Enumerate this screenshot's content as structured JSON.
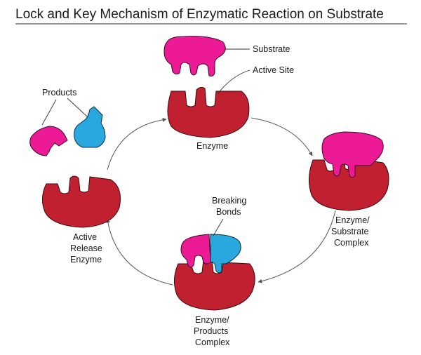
{
  "title": "Lock and Key Mechanism of Enzymatic Reaction on Substrate",
  "labels": {
    "substrate": "Substrate",
    "active_site": "Active Site",
    "enzyme": "Enzyme",
    "products": "Products",
    "es_complex": [
      "Enzyme/",
      "Substrate",
      "Complex"
    ],
    "breaking_bonds": [
      "Breaking",
      "Bonds"
    ],
    "ep_complex": [
      "Enzyme/",
      "Products",
      "Complex"
    ],
    "active_release": [
      "Active",
      "Release",
      "Enzyme"
    ]
  },
  "colors": {
    "enzyme": "#c0202f",
    "substrate": "#ec1a95",
    "product": "#29a8e0"
  }
}
